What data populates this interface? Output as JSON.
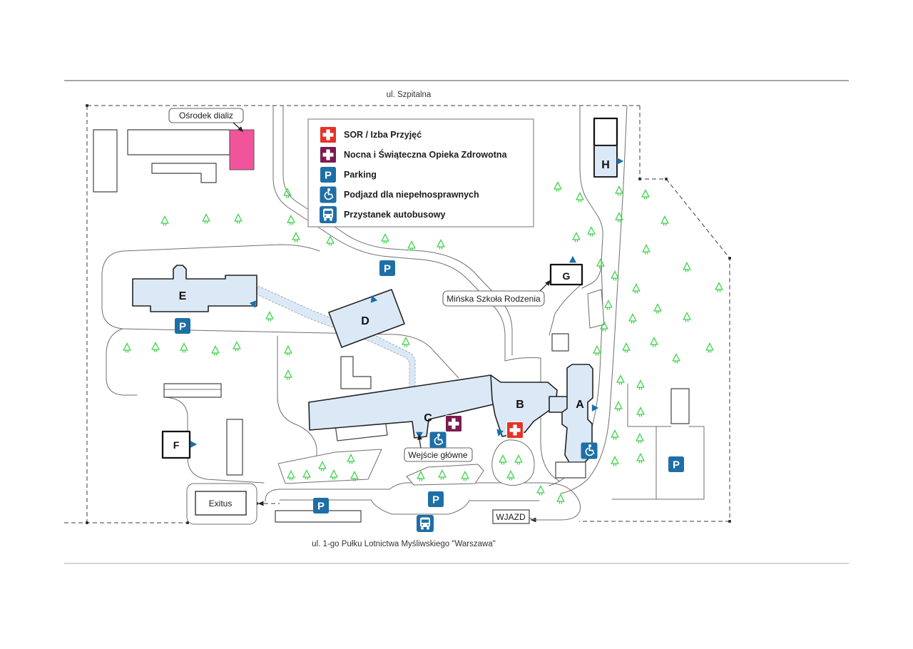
{
  "streets": {
    "top": "ul. Szpitalna",
    "bottom": "ul. 1-go Pułku Lotnictwa Myśliwskiego \"Warszawa\""
  },
  "legend": {
    "items": [
      {
        "icon": "sor-emergency-icon",
        "label": "SOR / Izba Przyjęć"
      },
      {
        "icon": "night-care-icon",
        "label": "Nocna i Świąteczna Opieka Zdrowotna"
      },
      {
        "icon": "parking-icon",
        "label": "Parking"
      },
      {
        "icon": "wheelchair-ramp-icon",
        "label": "Podjazd dla niepełnosprawnych"
      },
      {
        "icon": "bus-stop-icon",
        "label": "Przystanek autobusowy"
      }
    ]
  },
  "buildings": {
    "a": "A",
    "b": "B",
    "c": "C",
    "d": "D",
    "e": "E",
    "f": "F",
    "g": "G",
    "h": "H"
  },
  "callouts": {
    "dialysis": "Ośrodek dializ",
    "birthing_school": "Mińska Szkoła Rodzenia",
    "main_entrance": "Wejście główne",
    "exitus": "Exitus",
    "entry_sign": "WJAZD"
  },
  "glyphs": {
    "parking": "P"
  },
  "colors": {
    "building_fill": "#dbe9f6",
    "building_stroke": "#222222",
    "dialysis_pink": "#f2549b",
    "sign_blue": "#1d6fa6",
    "sor_red": "#e63228",
    "night_maroon": "#7c1b4e",
    "tree_green": "#3fd24c",
    "road_gray": "#6f6f6f",
    "boundary_gray": "#3c3c3c"
  }
}
